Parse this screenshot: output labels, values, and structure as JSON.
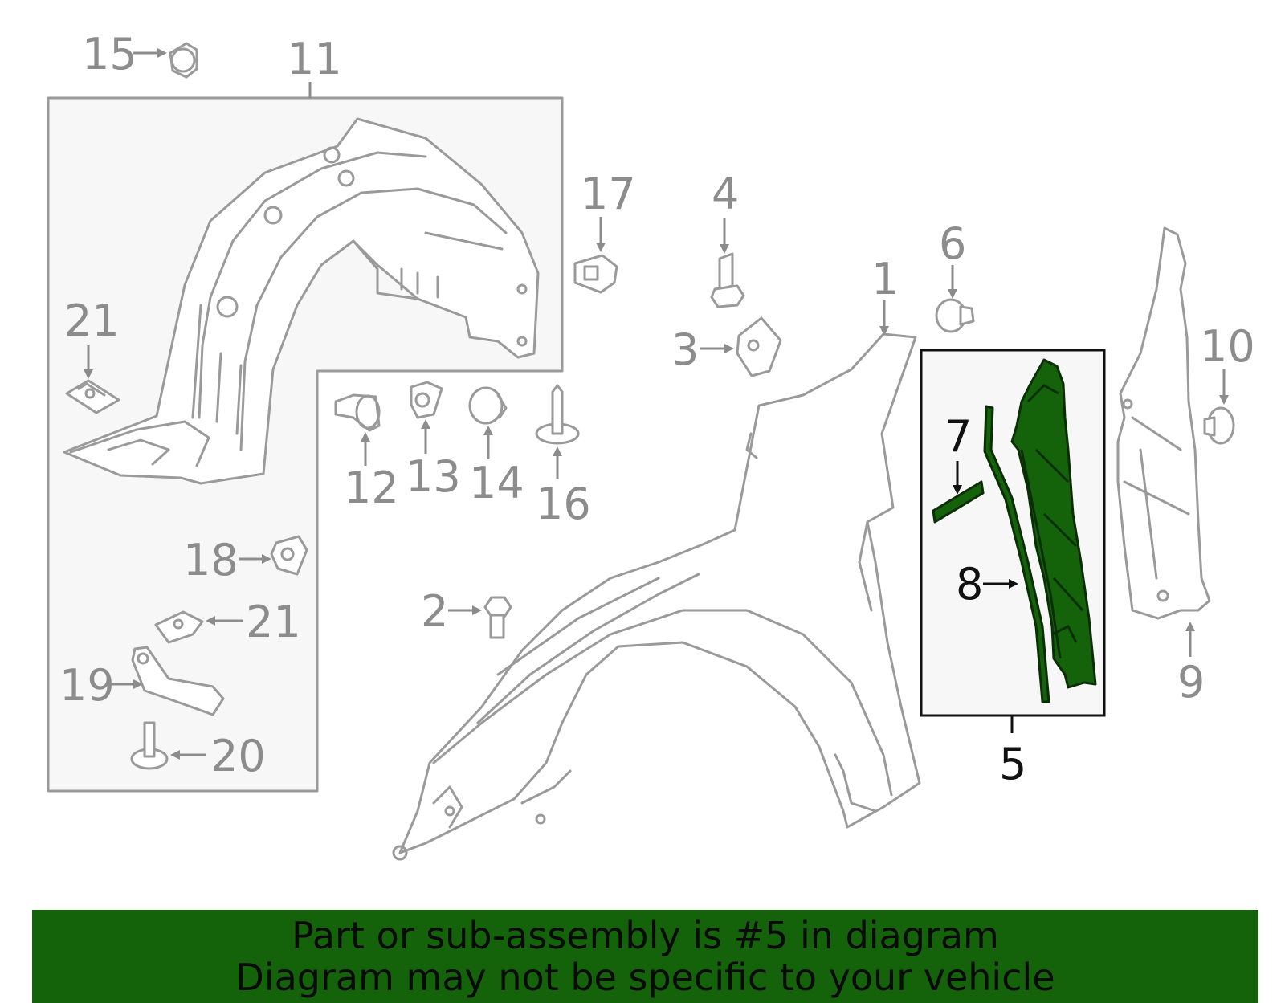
{
  "callouts": {
    "c1": "1",
    "c2": "2",
    "c3": "3",
    "c4": "4",
    "c5": "5",
    "c6": "6",
    "c7": "7",
    "c8": "8",
    "c9": "9",
    "c10": "10",
    "c11": "11",
    "c12": "12",
    "c13": "13",
    "c14": "14",
    "c15": "15",
    "c16": "16",
    "c17": "17",
    "c18": "18",
    "c19": "19",
    "c20": "20",
    "c21a": "21",
    "c21b": "21"
  },
  "banner": {
    "line1": "Part or sub-assembly is #5 in diagram",
    "line2": "Diagram may not be specific to your vehicle"
  },
  "colors": {
    "highlight": "#14620a",
    "part_outline": "#9a9a9a",
    "callout_text": "#8c8c8c",
    "highlight_text": "#111111"
  }
}
